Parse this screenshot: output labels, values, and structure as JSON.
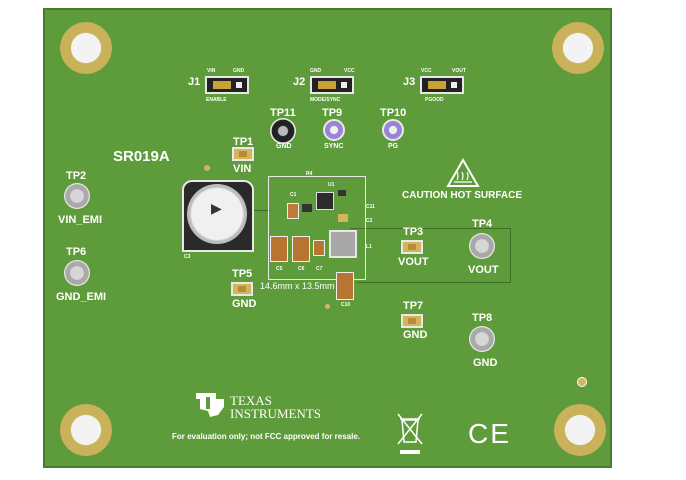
{
  "board": {
    "name": "SR019A",
    "size": "14.6mm x 13.5mm",
    "caution": "CAUTION HOT SURFACE",
    "brand_line1": "TEXAS",
    "brand_line2": "INSTRUMENTS",
    "disclaimer": "For evaluation only; not FCC approved for resale.",
    "ce": "CE"
  },
  "jumpers": [
    {
      "ref": "J1",
      "left": "VIN",
      "right": "GND",
      "name": "ENABLE"
    },
    {
      "ref": "J2",
      "left": "GND",
      "right": "VCC",
      "name": "MODE/SYNC"
    },
    {
      "ref": "J3",
      "left": "VCC",
      "right": "VOUT",
      "name": "PGOOD"
    }
  ],
  "testpoints": {
    "tp11": {
      "ref": "TP11",
      "name": "GND"
    },
    "tp9": {
      "ref": "TP9",
      "name": "SYNC"
    },
    "tp10": {
      "ref": "TP10",
      "name": "PG"
    },
    "tp1": {
      "ref": "TP1",
      "name": "VIN"
    },
    "tp2": {
      "ref": "TP2",
      "name": "VIN_EMI"
    },
    "tp6": {
      "ref": "TP6",
      "name": "GND_EMI"
    },
    "tp5": {
      "ref": "TP5",
      "name": "GND"
    },
    "tp3": {
      "ref": "TP3",
      "name": "VOUT"
    },
    "tp4": {
      "ref": "TP4",
      "name": "VOUT"
    },
    "tp7": {
      "ref": "TP7",
      "name": "GND"
    },
    "tp8": {
      "ref": "TP8",
      "name": "GND"
    }
  },
  "components": {
    "c3": "C3",
    "c5": "C5",
    "c6": "C6",
    "c7": "C7",
    "c10": "C10",
    "c1": "C1",
    "c2": "C2",
    "c11": "C11",
    "l1": "L1",
    "r4": "R4",
    "u1": "U1"
  },
  "colors": {
    "board": "#5e9b3a",
    "silkscreen": "#ffffff",
    "pad": "#d4b45c",
    "purple_tp": "#9a84d6"
  }
}
